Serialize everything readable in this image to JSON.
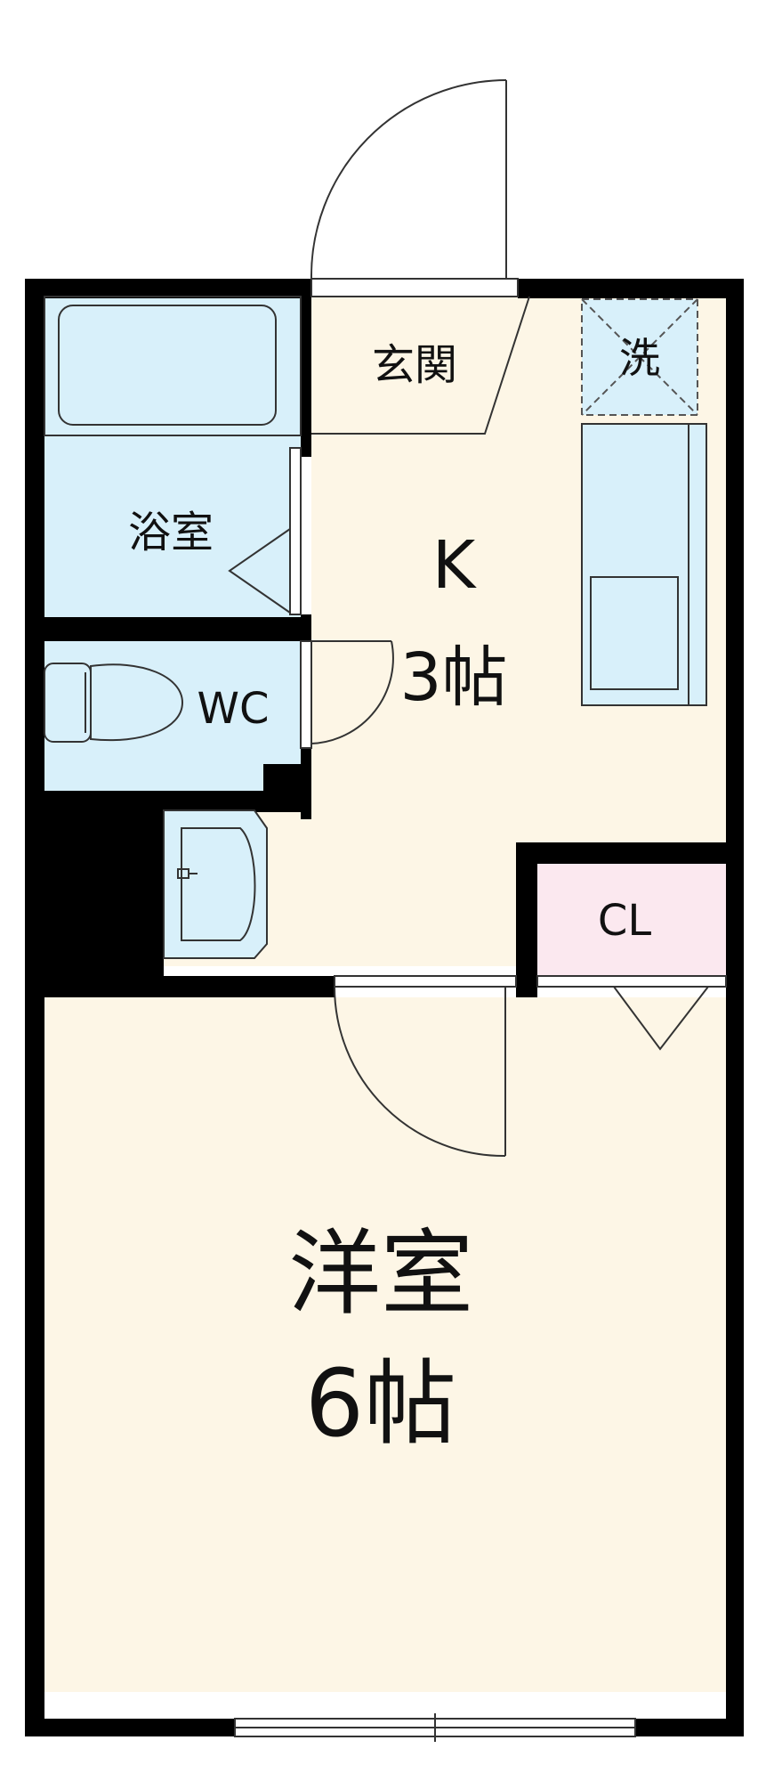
{
  "rooms": {
    "genkan": {
      "label": "玄関"
    },
    "sentaku": {
      "label": "洗"
    },
    "bath": {
      "label": "浴室"
    },
    "wc": {
      "label": "WC"
    },
    "kitchen": {
      "label": "K",
      "size": "3帖"
    },
    "closet": {
      "label": "CL"
    },
    "western": {
      "label": "洋室",
      "size": "6帖"
    }
  },
  "colors": {
    "wall": "#000000",
    "wet_area": "#d8f0fa",
    "living_floor": "#fdf6e6",
    "closet_floor": "#fbe8ef",
    "line": "#333333"
  }
}
